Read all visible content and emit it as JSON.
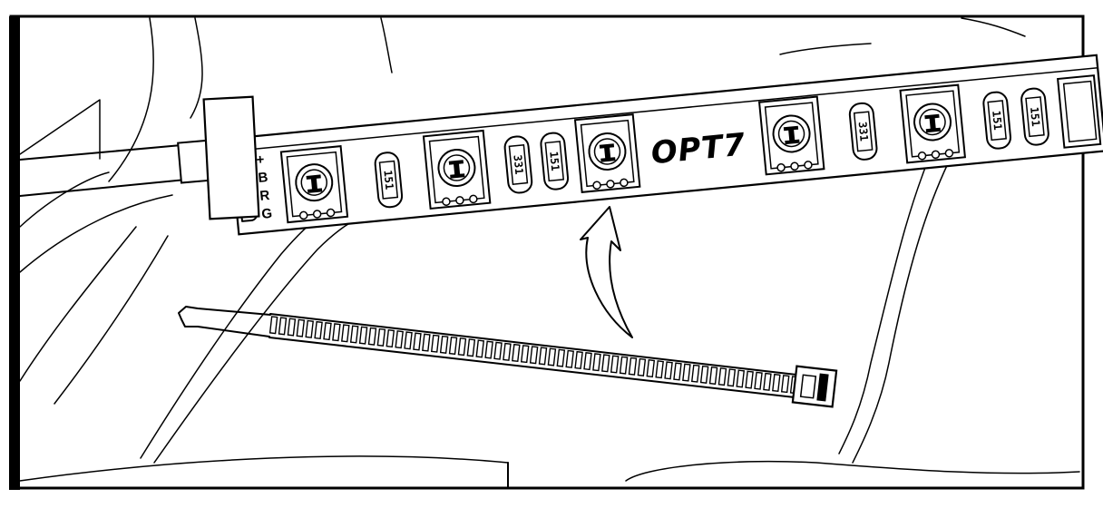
{
  "brand": {
    "logo_text": "OPT7"
  },
  "strip": {
    "pins": [
      {
        "label": "+"
      },
      {
        "label": "B"
      },
      {
        "label": "R"
      },
      {
        "label": "G"
      }
    ],
    "resistor_codes": [
      "151",
      "331",
      "151",
      "331",
      "151",
      "151"
    ]
  },
  "icons": {
    "led": "rgb-led-chip-icon",
    "resistor": "resistor-icon",
    "arrow": "curved-up-arrow-icon",
    "tie": "zip-tie-icon",
    "connector": "wire-connector-icon"
  },
  "colors": {
    "line": "#000000",
    "background": "#ffffff"
  }
}
